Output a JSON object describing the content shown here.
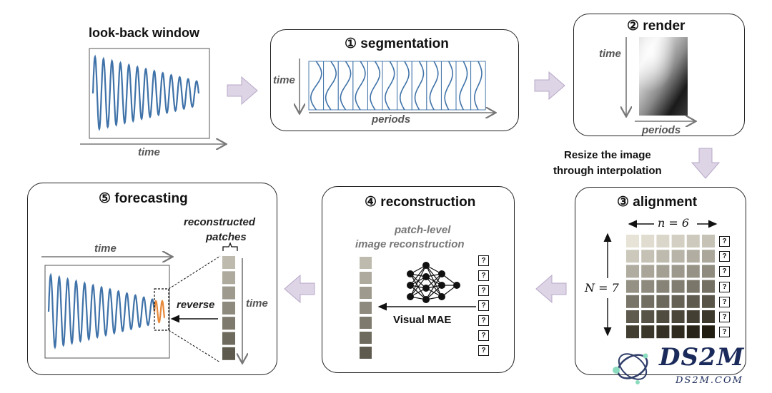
{
  "lookback": {
    "title": "look-back window",
    "axis": "time"
  },
  "segmentation": {
    "title": "① segmentation",
    "time_axis": "time",
    "periods_axis": "periods"
  },
  "render": {
    "title": "② render",
    "time_axis": "time",
    "periods_axis": "periods"
  },
  "resize_note": {
    "line1": "Resize the image",
    "line2": "through interpolation"
  },
  "alignment": {
    "title": "③ alignment",
    "n_label": "n = 6",
    "N_label": "N = 7",
    "question_mark": "?"
  },
  "reconstruction": {
    "title": "④ reconstruction",
    "subtitle_line1": "patch-level",
    "subtitle_line2": "image reconstruction",
    "model_label": "Visual MAE",
    "question_mark": "?"
  },
  "forecasting": {
    "title": "⑤ forecasting",
    "time_axis": "time",
    "patches_line1": "reconstructed",
    "patches_line2": "patches",
    "reverse_label": "reverse",
    "time_vertical": "time"
  },
  "watermark": {
    "logo": "DS2M",
    "url": "DS2M.COM"
  },
  "colors": {
    "wave": "#3f72a8",
    "forecast": "#e8893a",
    "arrow_fill": "#ddd4e6",
    "arrow_stroke": "#b8a8c8"
  }
}
